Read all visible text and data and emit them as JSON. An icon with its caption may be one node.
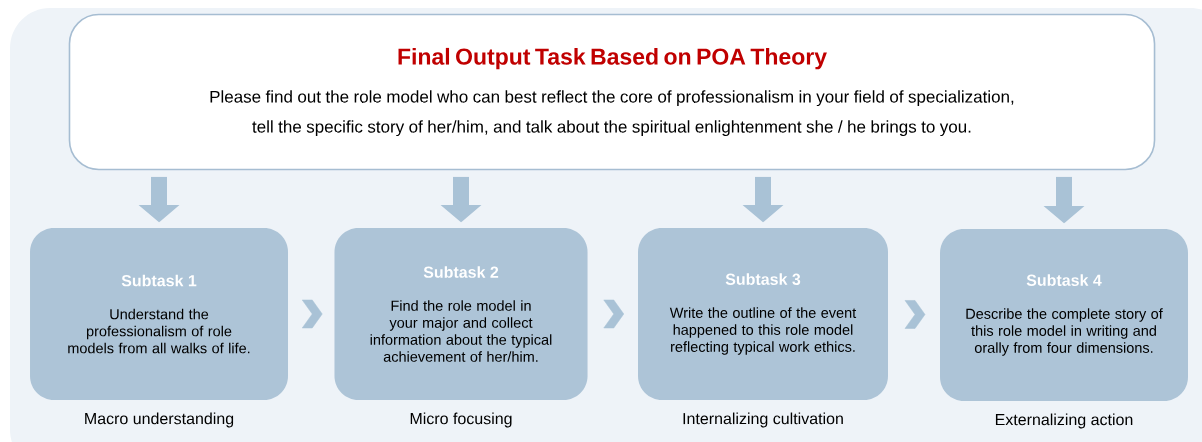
{
  "diagram": {
    "nodes": [
      {
        "text": [
          "Final Output Task Based on POA Theory",
          "Please find out the role model who can best reflect the core of professionalism in your field of specialization, tell the specific story of her/him, and talk about the spiritual enlightenment she / he brings to you."
        ]
      },
      {
        "text": [
          "Subtask 1",
          "Understand the professionalism of role models from all walks of life."
        ],
        "beside": [
          "Macro understanding"
        ]
      },
      {
        "text": [
          "Subtask 2",
          "Find the role model in your major and collect information about the typical achievement of her/him."
        ],
        "beside": [
          "Micro focusing"
        ]
      },
      {
        "text": [
          "Subtask 3",
          "Write the outline of the event happened to this role model reflecting typical work ethics."
        ],
        "beside": [
          "Internalizing cultivation"
        ]
      },
      {
        "text": [
          "Subtask 4",
          "Describe the complete story of this role model in writing and orally from four dimensions."
        ],
        "beside": [
          "Externalizing action"
        ]
      }
    ],
    "edges": [
      {
        "from": 0,
        "to": 1,
        "arrow": "to"
      },
      {
        "from": 0,
        "to": 2,
        "arrow": "to"
      },
      {
        "from": 0,
        "to": 3,
        "arrow": "to"
      },
      {
        "from": 0,
        "to": 4,
        "arrow": "to"
      },
      {
        "from": 1,
        "to": 2,
        "arrow": "to"
      },
      {
        "from": 2,
        "to": 3,
        "arrow": "to"
      },
      {
        "from": 3,
        "to": 4,
        "arrow": "to"
      }
    ]
  }
}
